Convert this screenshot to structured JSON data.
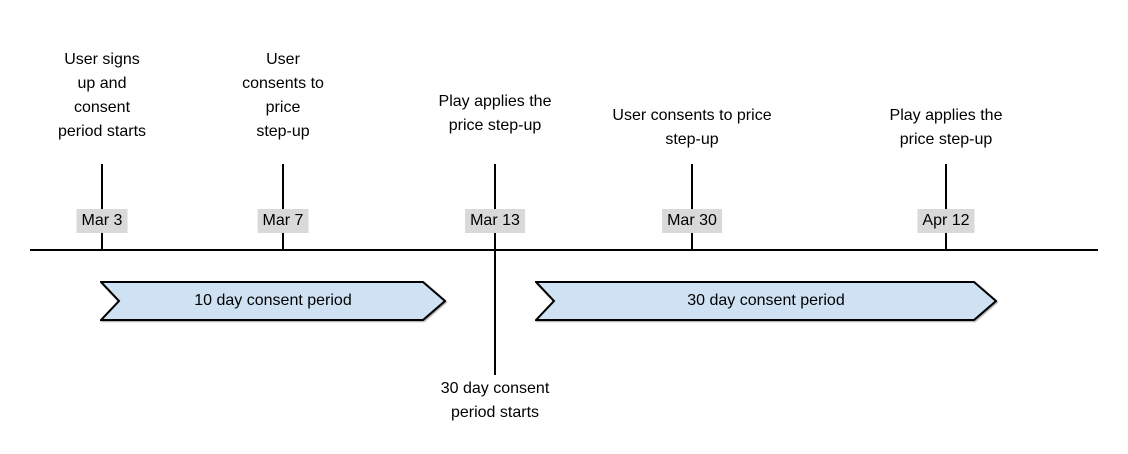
{
  "colors": {
    "banner_fill": "#cfe2f3",
    "banner_border": "#000000",
    "date_label_bg": "#d9d9d9",
    "axis_line": "#000000",
    "text": "#000000"
  },
  "timeline": {
    "events": [
      {
        "date": "Mar 3",
        "description": "User signs\nup and\nconsent\nperiod starts"
      },
      {
        "date": "Mar 7",
        "description": "User\nconsents to\nprice\nstep-up"
      },
      {
        "date": "Mar 13",
        "description": "Play applies the\nprice step-up"
      },
      {
        "date": "Mar 30",
        "description": "User consents to price\nstep-up"
      },
      {
        "date": "Apr 12",
        "description": "Play applies the\nprice step-up"
      }
    ],
    "periods": [
      {
        "label": "10 day consent period"
      },
      {
        "label": "30 day consent period"
      }
    ],
    "annotation": "30 day consent\nperiod starts"
  }
}
